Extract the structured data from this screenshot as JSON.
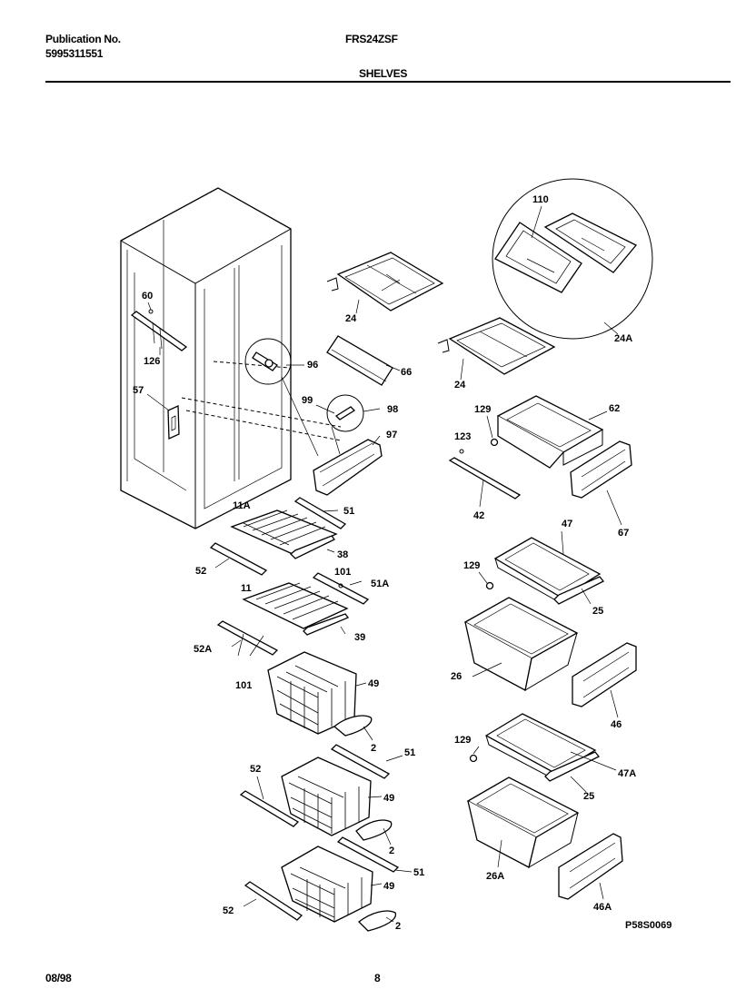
{
  "header": {
    "publication_label": "Publication No.",
    "publication_number": "5995311551",
    "model": "FRS24ZSF",
    "section": "SHELVES"
  },
  "footer": {
    "date": "08/98",
    "page": "8",
    "diagram_code": "P58S0069"
  },
  "callouts": {
    "c110": "110",
    "c24a": "24",
    "c24b": "24",
    "c24A": "24A",
    "c60": "60",
    "c126": "126",
    "c57": "57",
    "c96": "96",
    "c66": "66",
    "c99": "99",
    "c98": "98",
    "c97": "97",
    "c129a": "129",
    "c62": "62",
    "c123": "123",
    "c42": "42",
    "c67": "67",
    "c11A": "11A",
    "c51a": "51",
    "c38": "38",
    "c52a": "52",
    "c101a": "101",
    "c51A": "51A",
    "c11": "11",
    "c39": "39",
    "c52A": "52A",
    "c101b": "101",
    "c129b": "129",
    "c47": "47",
    "c25a": "25",
    "c26": "26",
    "c46": "46",
    "c49a": "49",
    "c2a": "2",
    "c51b": "51",
    "c52b": "52",
    "c49b": "49",
    "c2b": "2",
    "c129c": "129",
    "c47A": "47A",
    "c25b": "25",
    "c26A": "26A",
    "c46A": "46A",
    "c51c": "51",
    "c49c": "49",
    "c52c": "52",
    "c2c": "2"
  }
}
